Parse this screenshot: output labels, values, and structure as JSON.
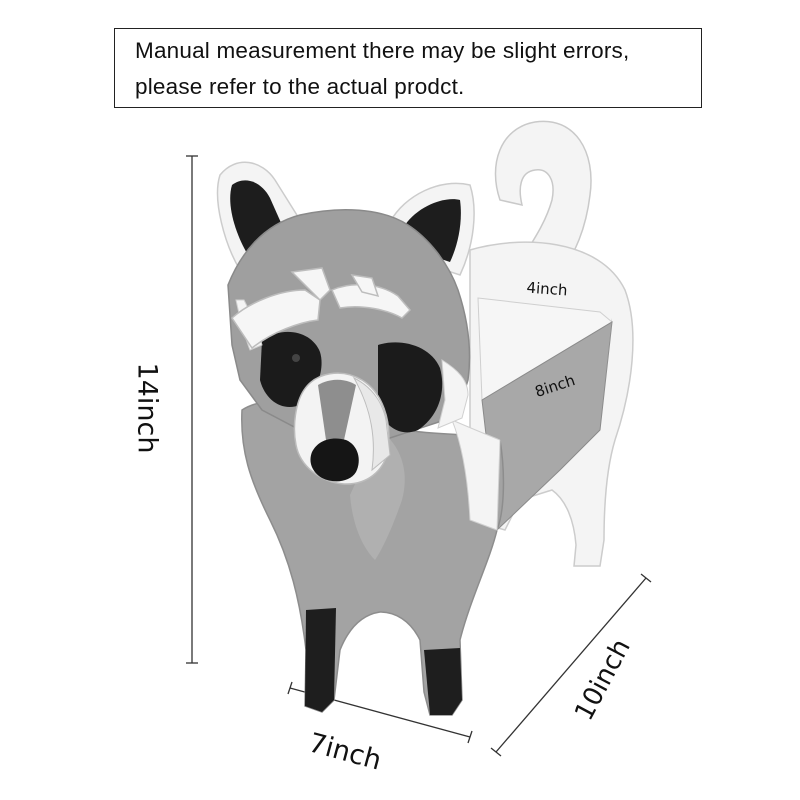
{
  "notice": {
    "line1": "Manual measurement there may be slight errors,",
    "line2": "please refer to the actual prodct."
  },
  "product": {
    "name_icon": "raccoon-planter-icon",
    "colors": {
      "white": "#f4f4f4",
      "gray": "#a3a3a3",
      "dark_gray": "#7c7c7c",
      "black": "#1c1c1c"
    }
  },
  "dimensions": {
    "height": "14inch",
    "width": "7inch",
    "depth": "10inch",
    "box_width": "4inch",
    "box_length": "8inch"
  }
}
